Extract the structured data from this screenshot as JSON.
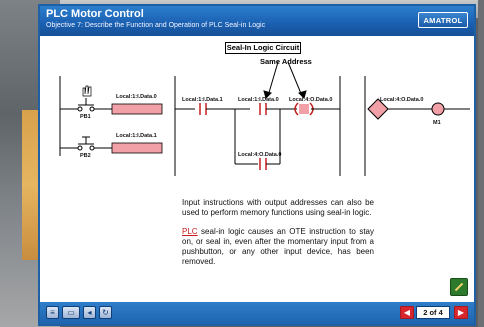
{
  "header": {
    "title": "PLC Motor Control",
    "subtitle": "Objective 7: Describe the Function and Operation of PLC Seal-in Logic",
    "brand": "AMATROL"
  },
  "diagram": {
    "caption": "Seal-In Logic Circuit",
    "same_address": "Same Address",
    "labels": {
      "pb1_addr": "Local:1:I.Data.0",
      "pb2_addr": "Local:1:I.Data.1",
      "rung_in1": "Local:1:I.Data.1",
      "rung_in2": "Local:1:I.Data.0",
      "rung_out": "Local:4:O.Data.0",
      "branch_addr": "Local:4:O.Data.0",
      "motor_addr": "Local:4:O.Data.0",
      "pb1": "PB1",
      "pb2": "PB2",
      "m1": "M1"
    }
  },
  "content": {
    "para1": "Input instructions with output addresses can also be used to perform memory functions using seal-in logic.",
    "para2_link": "PLC",
    "para2_rest": " seal-in logic causes an OTE instruction to stay on, or seal in, even after the momentary input from a pushbutton, or any other input device, has been removed."
  },
  "footer": {
    "page_indicator": "2 of 4"
  },
  "colors": {
    "header_blue": "#1a5fb1",
    "contact_fill": "#f2a0a8",
    "nav_red": "#d8262d"
  }
}
